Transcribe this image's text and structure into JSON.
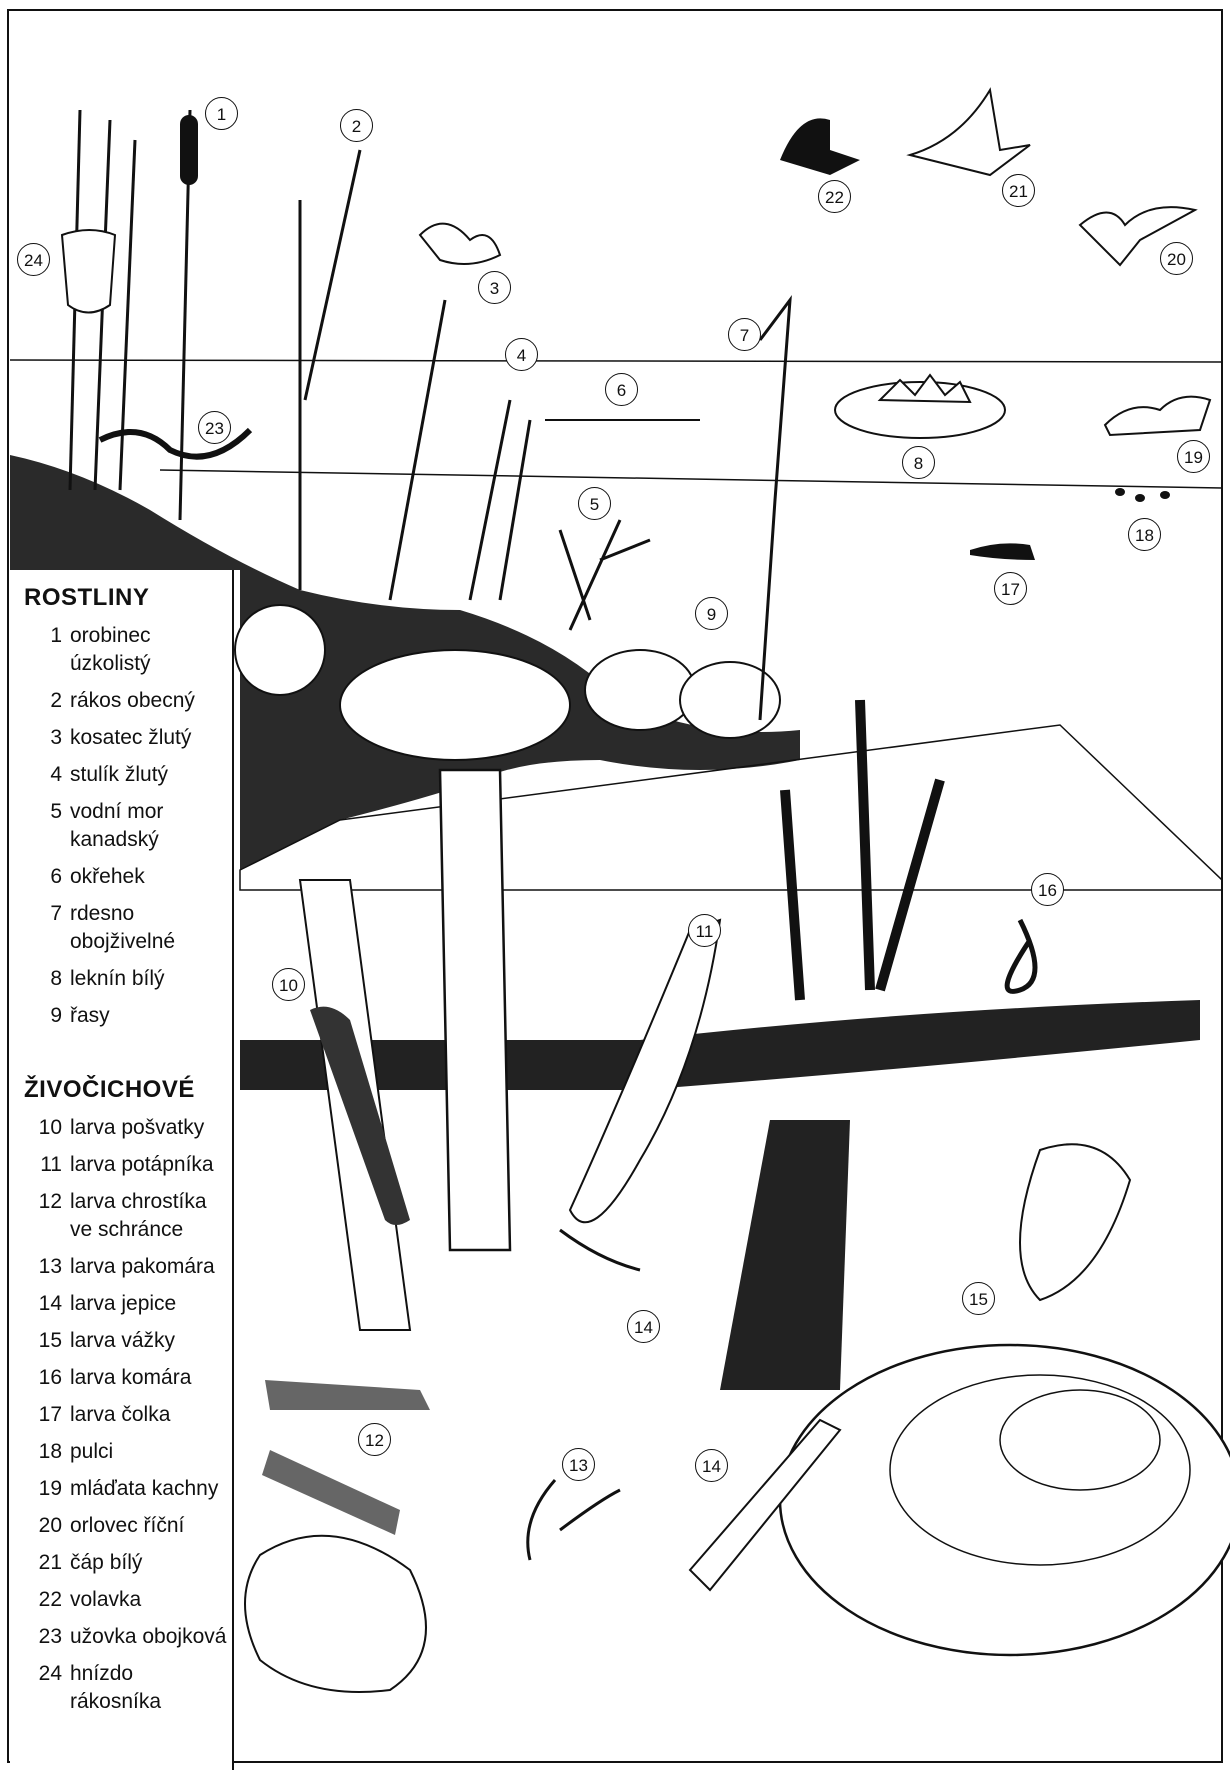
{
  "legend": {
    "plants_title": "ROSTLINY",
    "plants": [
      {
        "num": "1",
        "name": "orobinec úzkolistý"
      },
      {
        "num": "2",
        "name": "rákos obecný"
      },
      {
        "num": "3",
        "name": "kosatec žlutý"
      },
      {
        "num": "4",
        "name": "stulík žlutý"
      },
      {
        "num": "5",
        "name": "vodní mor kanadský"
      },
      {
        "num": "6",
        "name": "okřehek"
      },
      {
        "num": "7",
        "name": "rdesno obojživelné"
      },
      {
        "num": "8",
        "name": "leknín bílý"
      },
      {
        "num": "9",
        "name": "řasy"
      }
    ],
    "animals_title": "ŽIVOČICHOVÉ",
    "animals": [
      {
        "num": "10",
        "name": "larva pošvatky"
      },
      {
        "num": "11",
        "name": "larva potápníka"
      },
      {
        "num": "12",
        "name": "larva chrostíka ve schránce"
      },
      {
        "num": "13",
        "name": "larva pakomára"
      },
      {
        "num": "14",
        "name": "larva jepice"
      },
      {
        "num": "15",
        "name": "larva vážky"
      },
      {
        "num": "16",
        "name": "larva komára"
      },
      {
        "num": "17",
        "name": "larva čolka"
      },
      {
        "num": "18",
        "name": "pulci"
      },
      {
        "num": "19",
        "name": "mláďata kachny"
      },
      {
        "num": "20",
        "name": "orlovec říční"
      },
      {
        "num": "21",
        "name": "čáp bílý"
      },
      {
        "num": "22",
        "name": "volavka"
      },
      {
        "num": "23",
        "name": "užovka obojková"
      },
      {
        "num": "24",
        "name": "hnízdo rákosníka"
      }
    ]
  },
  "markers": {
    "m1": "1",
    "m2": "2",
    "m3": "3",
    "m4": "4",
    "m5": "5",
    "m6": "6",
    "m7": "7",
    "m8": "8",
    "m9": "9",
    "m10": "10",
    "m11": "11",
    "m12": "12",
    "m13": "13",
    "m14a": "14",
    "m14b": "14",
    "m15": "15",
    "m16": "16",
    "m17": "17",
    "m18": "18",
    "m19": "19",
    "m20": "20",
    "m21": "21",
    "m22": "22",
    "m23": "23",
    "m24": "24"
  },
  "colors": {
    "ink": "#111111",
    "paper": "#ffffff"
  }
}
